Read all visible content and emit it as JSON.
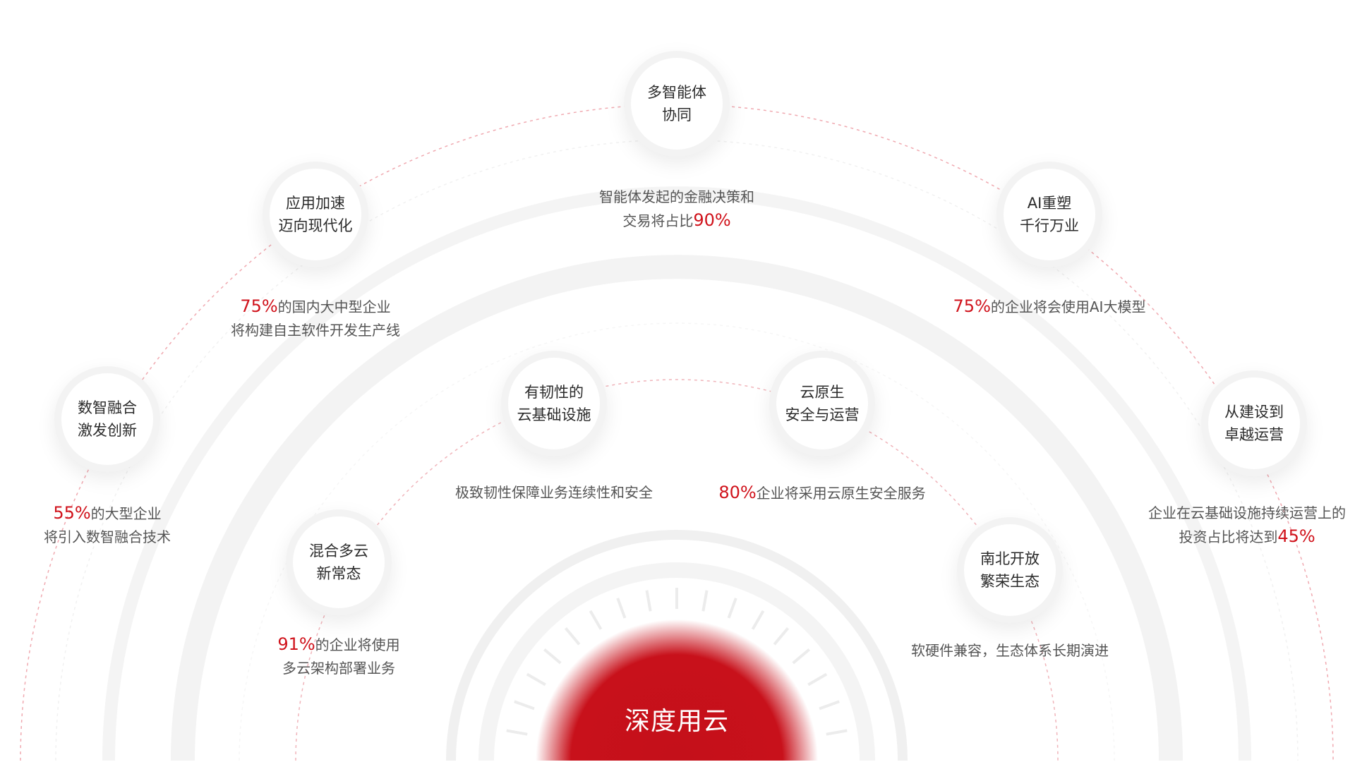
{
  "center": {
    "label": "深度用云"
  },
  "colors": {
    "accent": "#d0121b",
    "ring": "#f3f3f3",
    "text": "#2b2b2b",
    "desc": "#555555"
  },
  "nodes": [
    {
      "id": "multi-agent",
      "line1": "多智能体",
      "line2": "协同",
      "pct": "",
      "pre": "",
      "desc1": "智能体发起的金融决策和",
      "desc2a": "交易将占比",
      "desc2pct": "90%"
    },
    {
      "id": "app-accel",
      "line1": "应用加速",
      "line2": "迈向现代化",
      "pct": "75%",
      "desc1": "的国内大中型企业",
      "desc2": "将构建自主软件开发生产线"
    },
    {
      "id": "ai-reshape",
      "line1": "AI重塑",
      "line2": "千行万业",
      "pct": "75%",
      "desc1": "的企业将会使用AI大模型"
    },
    {
      "id": "data-intel",
      "line1": "数智融合",
      "line2": "激发创新",
      "pct": "55%",
      "desc1": "的大型企业",
      "desc2": "将引入数智融合技术"
    },
    {
      "id": "resilient",
      "line1": "有韧性的",
      "line2": "云基础设施",
      "desc1": "极致韧性保障业务连续性和安全"
    },
    {
      "id": "cloud-native",
      "line1": "云原生",
      "line2": "安全与运营",
      "pct": "80%",
      "desc1": "企业将采用云原生安全服务"
    },
    {
      "id": "build-to-ops",
      "line1": "从建设到",
      "line2": "卓越运营",
      "desc1": "企业在云基础设施持续运营上的",
      "desc2a": "投资占比将达到",
      "desc2pct": "45%"
    },
    {
      "id": "hybrid",
      "line1": "混合多云",
      "line2": "新常态",
      "pct": "91%",
      "desc1": "的企业将使用",
      "desc2": "多云架构部署业务"
    },
    {
      "id": "open-eco",
      "line1": "南北开放",
      "line2": "繁荣生态",
      "desc1": "软硬件兼容，生态体系长期演进"
    }
  ]
}
